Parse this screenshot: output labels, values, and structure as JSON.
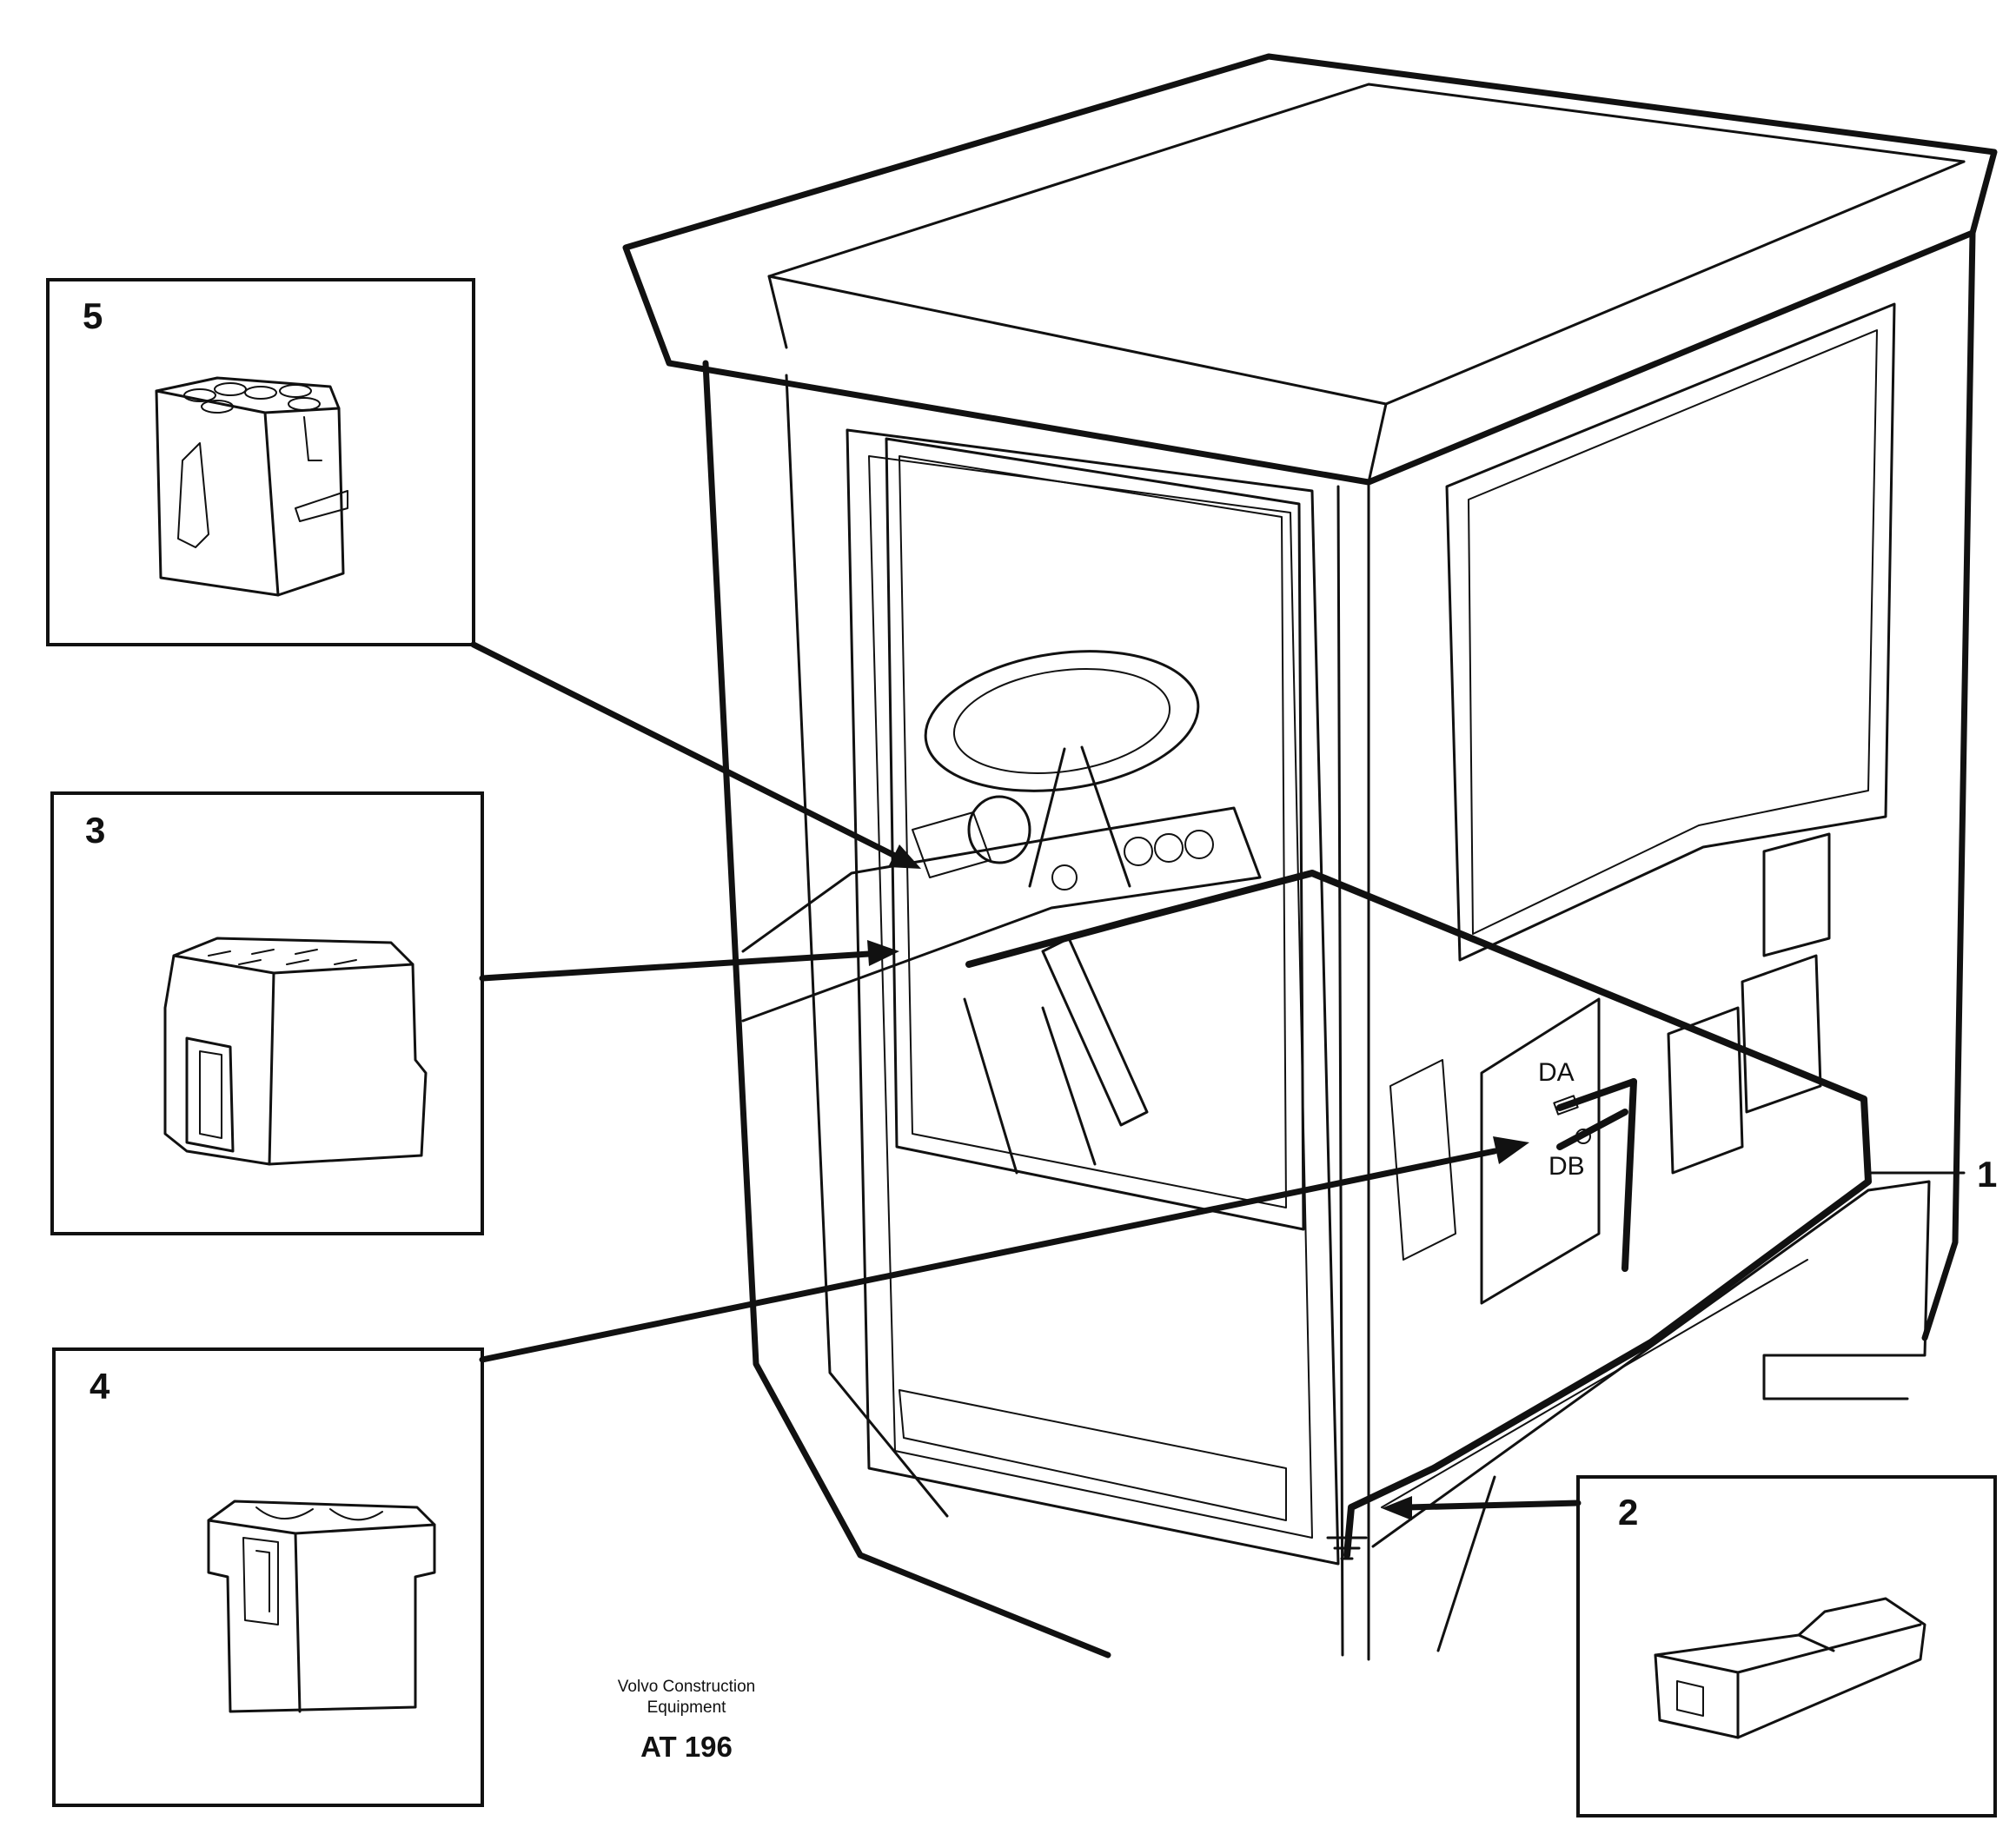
{
  "callouts": [
    {
      "id": "1",
      "label": "1"
    },
    {
      "id": "2",
      "label": "2"
    },
    {
      "id": "3",
      "label": "3"
    },
    {
      "id": "4",
      "label": "4"
    },
    {
      "id": "5",
      "label": "5"
    }
  ],
  "markers": {
    "da": "DA",
    "db": "DB"
  },
  "caption": {
    "line1": "Volvo Construction",
    "line2": "Equipment",
    "code": "AT 196"
  }
}
